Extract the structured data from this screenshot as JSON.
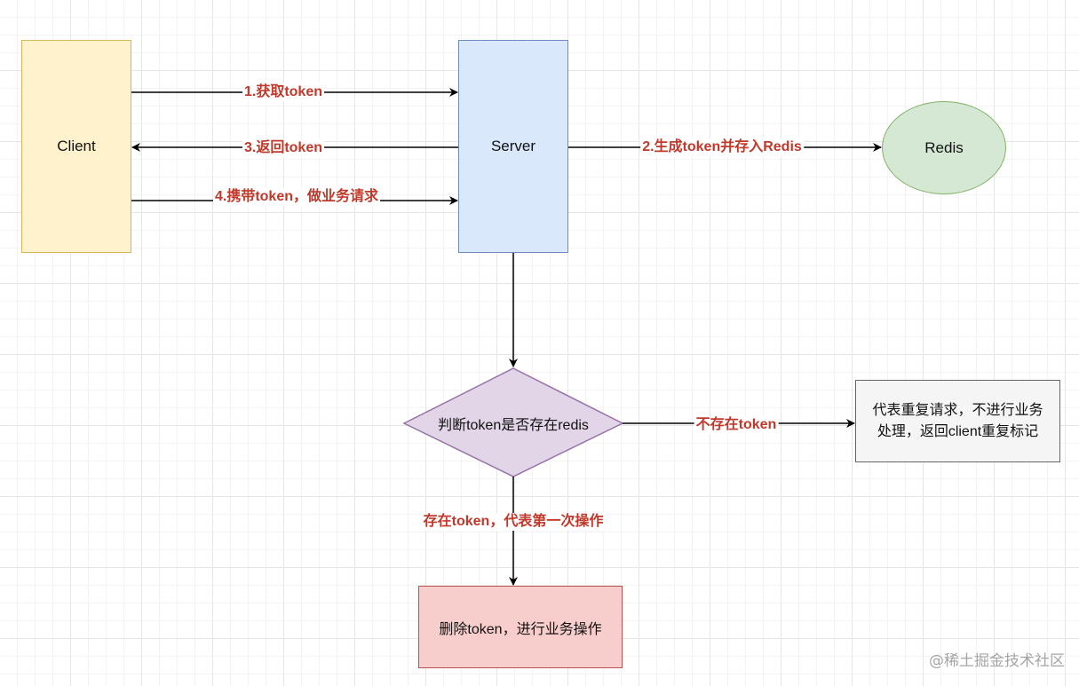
{
  "nodes": {
    "client": "Client",
    "server": "Server",
    "redis": "Redis",
    "decision": "判断token是否存在redis",
    "repeat_line1": "代表重复请求，不进行业务",
    "repeat_line2": "处理，返回client重复标记",
    "delete": "删除token，进行业务操作"
  },
  "edges": {
    "get_token": "1.获取token",
    "gen_token": "2.生成token并存入Redis",
    "return_token": "3.返回token",
    "carry_token": "4.携带token，做业务请求",
    "not_exist": "不存在token",
    "exist": "存在token，代表第一次操作"
  },
  "watermark": "@稀土掘金技术社区",
  "colors": {
    "edge_label": "#c0392b",
    "client_fill": "#fff2cc",
    "server_fill": "#dae8fc",
    "redis_fill": "#d5e8d4",
    "decision_fill": "#e1d5e7",
    "delete_fill": "#f8cecc",
    "repeat_fill": "#f5f5f5"
  }
}
